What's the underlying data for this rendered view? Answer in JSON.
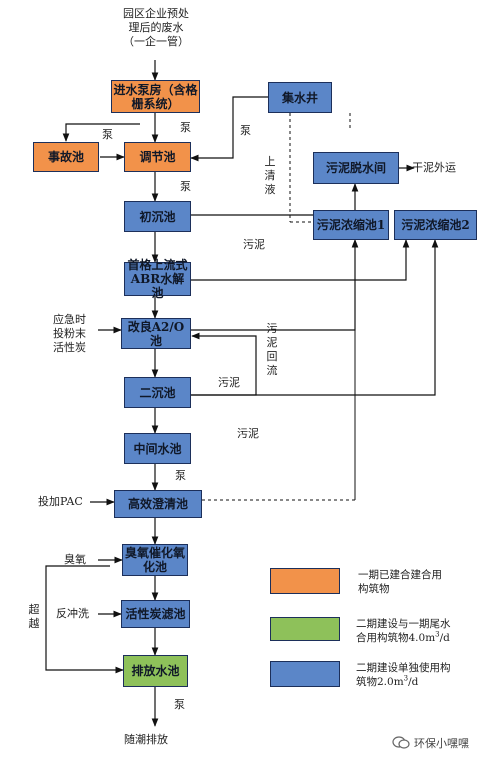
{
  "source": {
    "line1": "园区企业预处",
    "line2": "理后的废水",
    "line3": "（一企一管）"
  },
  "boxes": {
    "intake": {
      "line1": "进水泵房（含格",
      "line2": "栅系统）"
    },
    "accident": "事故池",
    "equalization": "调节池",
    "collect_well": "集水井",
    "sludge_dewater": "污泥脱水间",
    "primary": "初沉池",
    "thickener1": "污泥浓缩池1",
    "thickener2": "污泥浓缩池2",
    "abr": {
      "line1": "首格上流式",
      "line2": "ABR水解池"
    },
    "a2o": "改良A2/O池",
    "secondary": "二沉池",
    "intermediate": "中间水池",
    "clarifier": "高效澄清池",
    "ozone": {
      "line1": "臭氧催化氧",
      "line2": "化池"
    },
    "carbon_filter": "活性炭滤池",
    "discharge_pool": "排放水池"
  },
  "labels": {
    "pump1": "泵",
    "pump2": "泵",
    "pump3": "泵",
    "pump4": "泵",
    "pump5": "泵",
    "supernatant": "上清液",
    "dry_sludge": "干泥外运",
    "sludge1": "污泥",
    "sludge2": "污泥",
    "sludge3": "污泥",
    "sludge_return": "污泥回流",
    "emergency": {
      "line1": "应急时",
      "line2": "投粉末",
      "line3": "活性炭"
    },
    "pac": "投加PAC",
    "ozone_in": "臭氧",
    "backwash": "反冲洗",
    "bypass": "超越",
    "final": "随潮排放"
  },
  "legend": [
    {
      "color": "#f2924a",
      "line1": "一期已建合建合用",
      "line2": "构筑物"
    },
    {
      "color": "#8ec15a",
      "line1": "二期建设与一期尾水",
      "line2_a": "合用构筑物4.0m",
      "sup": "3",
      "line2_b": "/d"
    },
    {
      "color": "#5b86c8",
      "line1": "二期建设单独使用构",
      "line2_a": "筑物2.0m",
      "sup": "3",
      "line2_b": "/d"
    }
  ],
  "watermark": "环保小嘿嘿",
  "colors": {
    "orange": "#f2924a",
    "blue": "#5b86c8",
    "green": "#8ec15a",
    "border": "#1c2f5a"
  }
}
